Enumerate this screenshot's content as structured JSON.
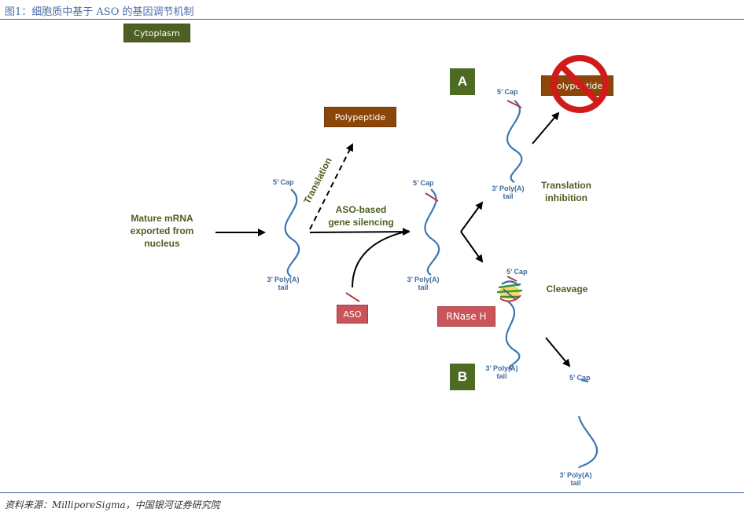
{
  "header": {
    "caption": "图1：细胞质中基于 ASO 的基因调节机制"
  },
  "footer": {
    "source": "资料来源：MilliporeSigma，中国银河证券研究院"
  },
  "diagram": {
    "cytoplasm_label": "Cytoplasm",
    "mature_mrna": [
      "Mature mRNA",
      "exported from",
      "nucleus"
    ],
    "translation_label": "Translation",
    "polypeptide_label": "Polypeptide",
    "aso_silencing": [
      "ASO-based",
      "gene silencing"
    ],
    "aso_label": "ASO",
    "rnase_label": "RNase H",
    "pathway_a": "A",
    "pathway_b": "B",
    "translation_inhibition": [
      "Translation",
      "inhibition"
    ],
    "cleavage_label": "Cleavage",
    "cap_label": "5’ Cap",
    "poly_a_label": "3’ Poly(A)",
    "tail_label": "tail",
    "colors": {
      "mrna_strand": "#3b78b4",
      "aso_strand": "#b23a3a",
      "box_green": "#4e5f23",
      "box_brown": "#8c4708",
      "box_red": "#c9545a",
      "prohibit_red": "#d11a1a"
    },
    "icons": [
      "prohibited-icon",
      "rnase-h-protein-icon"
    ]
  }
}
